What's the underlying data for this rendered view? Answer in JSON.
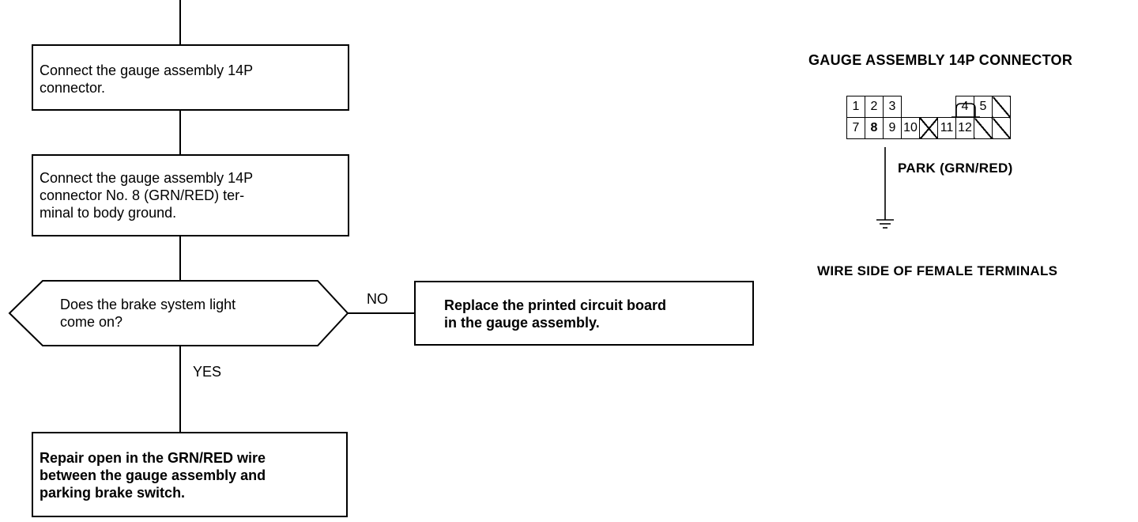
{
  "flowchart": {
    "step1": {
      "lines": [
        "Connect the gauge assembly 14P",
        "connector."
      ]
    },
    "step2": {
      "lines": [
        "Connect the gauge assembly 14P",
        "connector No. 8 (GRN/RED) ter-",
        "minal to body ground."
      ]
    },
    "decision": {
      "lines": [
        "Does the brake system light",
        "come on?"
      ]
    },
    "no_label": "NO",
    "no_result": {
      "lines": [
        "Replace the printed circuit board",
        "in the gauge assembly."
      ]
    },
    "yes_label": "YES",
    "yes_result": {
      "lines": [
        "Repair open in the GRN/RED wire",
        "between the gauge assembly and",
        "parking brake switch."
      ]
    }
  },
  "connector": {
    "title": "GAUGE ASSEMBLY 14P CONNECTOR",
    "row1": [
      "1",
      "2",
      "3",
      "",
      "",
      "",
      "4",
      "5",
      ""
    ],
    "row2": [
      "7",
      "8",
      "9",
      "10",
      "",
      "11",
      "12",
      "",
      ""
    ],
    "wire_label": "PARK (GRN/RED)",
    "footer": "WIRE SIDE OF FEMALE TERMINALS"
  }
}
